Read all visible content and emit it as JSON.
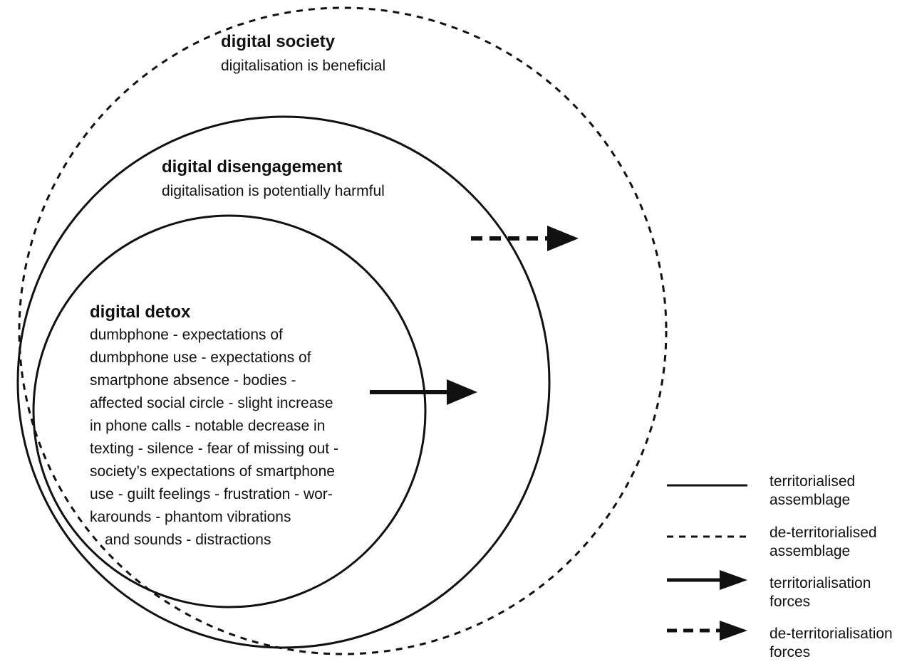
{
  "society": {
    "title": "digital society",
    "subtitle": "digitalisation is beneficial"
  },
  "disengagement": {
    "title": "digital disengagement",
    "subtitle": "digitalisation is potentially harmful"
  },
  "detox": {
    "title": "digital detox",
    "lines": [
      "dumbphone - expectations of",
      "dumbphone use - expectations of",
      "smartphone absence - bodies -",
      "affected social circle - slight increase",
      "in phone calls - notable decrease in",
      "texting - silence - fear of missing out -",
      "society’s expectations of smartphone",
      "use - guilt feelings - frustration - wor-",
      "karounds - phantom vibrations",
      "and sounds - distractions"
    ]
  },
  "legend": [
    {
      "id": "territorialised-assemblage",
      "line1": "territorialised",
      "line2": "assemblage"
    },
    {
      "id": "de-territorialised-assemblage",
      "line1": "de-territorialised",
      "line2": "assemblage"
    },
    {
      "id": "territorialisation-forces",
      "line1": "territorialisation",
      "line2": "forces"
    },
    {
      "id": "de-territorialisation-forces",
      "line1": "de-territorialisation",
      "line2": "forces"
    }
  ],
  "colors": {
    "stroke": "#111111",
    "background": "#ffffff"
  }
}
